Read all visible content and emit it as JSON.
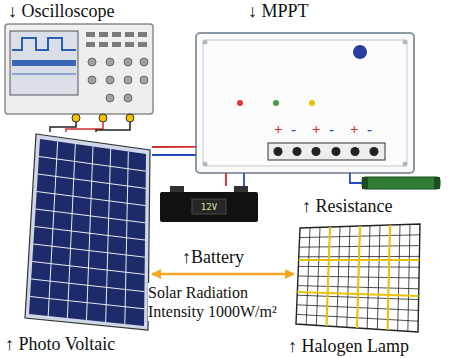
{
  "diagram": {
    "nodes": [
      {
        "text": [
          "↓ Oscilloscope"
        ]
      },
      {
        "text": [
          "↓ MPPT",
          "+",
          "-",
          "+",
          "-",
          "+",
          "-"
        ]
      },
      {
        "text": [
          "↑ Resistance"
        ]
      },
      {
        "text": [
          "↑Battery",
          "12V"
        ]
      },
      {
        "text": [
          "↑ Photo Voltaic"
        ]
      },
      {
        "text": [
          "↑ Halogen Lamp"
        ]
      }
    ],
    "edges": [
      {
        "from": 0,
        "to": 4,
        "arrow": "none"
      },
      {
        "from": 1,
        "to": 4,
        "arrow": "none"
      },
      {
        "from": 1,
        "to": 3,
        "arrow": "none"
      },
      {
        "from": 1,
        "to": 2,
        "arrow": "none"
      },
      {
        "from": 4,
        "to": 5,
        "arrow": "both",
        "label": "Solar Radiation Intensity 1000W/m²"
      }
    ]
  }
}
